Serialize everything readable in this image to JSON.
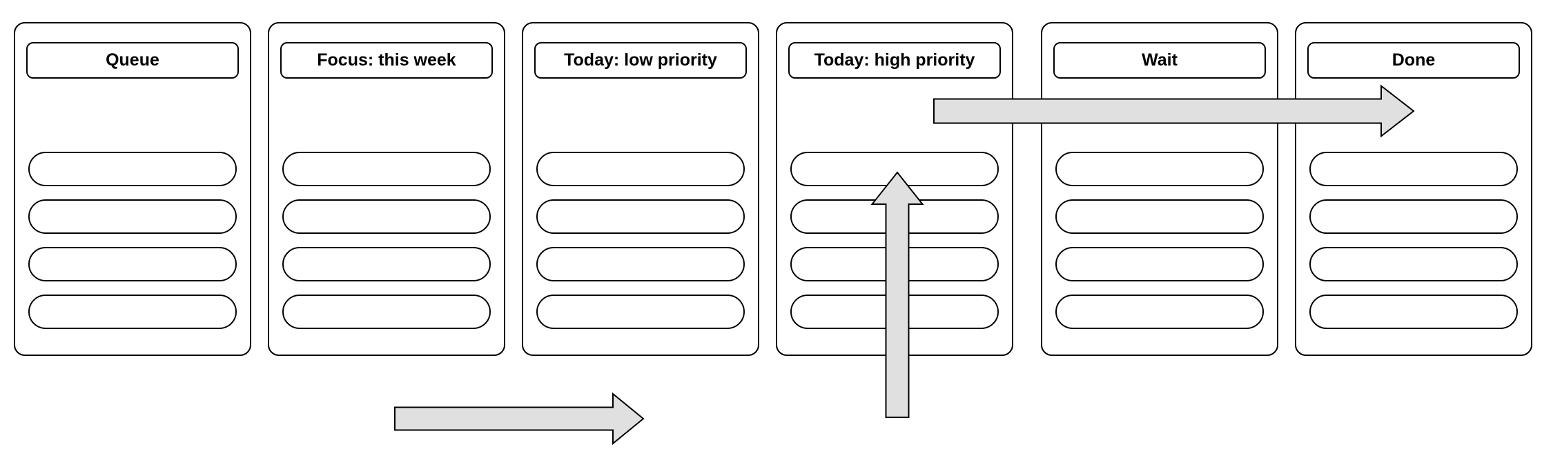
{
  "board": {
    "columns": [
      {
        "label": "Queue",
        "slot_count": 4
      },
      {
        "label": "Focus: this week",
        "slot_count": 4
      },
      {
        "label": "Today: low priority",
        "slot_count": 4
      },
      {
        "label": "Today: high priority",
        "slot_count": 4
      },
      {
        "label": "Wait",
        "slot_count": 4
      },
      {
        "label": "Done",
        "slot_count": 4
      }
    ]
  },
  "arrows": [
    {
      "name": "arrow-right-to-done",
      "direction": "right",
      "from": "Today: high priority",
      "to": "Done"
    },
    {
      "name": "arrow-up-in-high-priority",
      "direction": "up",
      "from": "below board",
      "to": "Today: high priority"
    },
    {
      "name": "arrow-right-below-board",
      "direction": "right",
      "from": "Focus: this week",
      "to": "Today: low priority"
    }
  ],
  "colors": {
    "background": "#ffffff",
    "shape_fill": "#ffffff",
    "stroke": "#000000",
    "arrow_fill": "#e0e0e0"
  }
}
